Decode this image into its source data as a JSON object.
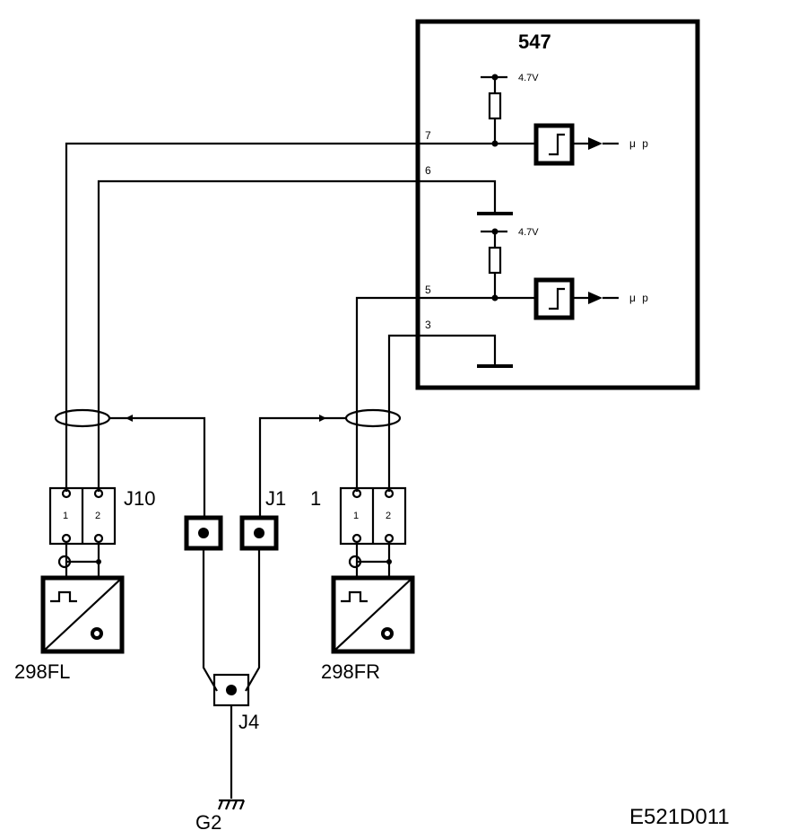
{
  "diagram": {
    "module": {
      "label": "547"
    },
    "supply_voltages": [
      "4.7V",
      "4.7V"
    ],
    "outputs": [
      "μ p",
      "μ p"
    ],
    "pins": [
      "7",
      "6",
      "5",
      "3"
    ],
    "connectors": [
      "J10",
      "J1",
      "1",
      "J4"
    ],
    "connector_pin_numbers": [
      "1",
      "2",
      "1",
      "2"
    ],
    "sensors": [
      "298FL",
      "298FR"
    ],
    "ground": "G2",
    "code": "E521D011"
  }
}
